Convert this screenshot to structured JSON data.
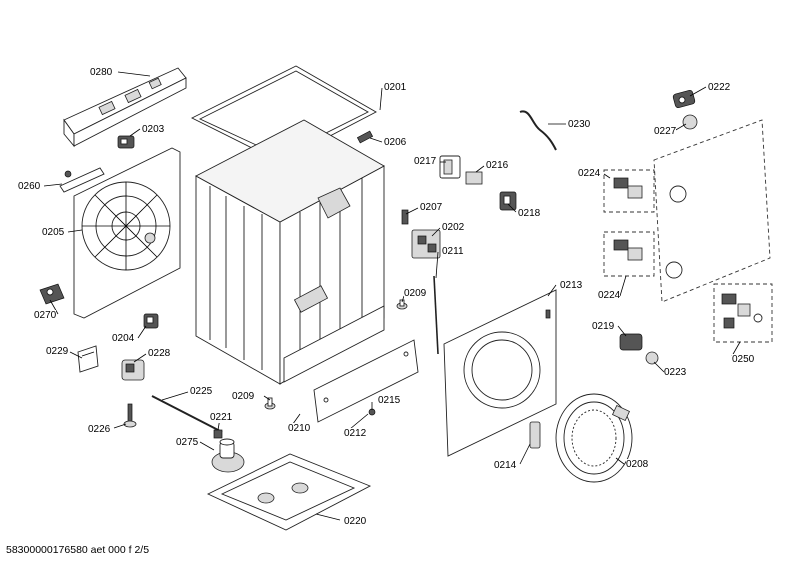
{
  "labels": {
    "p0280": "0280",
    "p0201": "0201",
    "p0203": "0203",
    "p0206": "0206",
    "p0217": "0217",
    "p0216": "0216",
    "p0230": "0230",
    "p0222": "0222",
    "p0227": "0227",
    "p0224a": "0224",
    "p0260": "0260",
    "p0218": "0218",
    "p0207": "0207",
    "p0205": "0205",
    "p0202": "0202",
    "p0211": "0211",
    "p0224b": "0224",
    "p0209a": "0209",
    "p0213": "0213",
    "p0270": "0270",
    "p0204": "0204",
    "p0219": "0219",
    "p0250": "0250",
    "p0229": "0229",
    "p0228": "0228",
    "p0223": "0223",
    "p0225": "0225",
    "p0209b": "0209",
    "p0215": "0215",
    "p0221": "0221",
    "p0210": "0210",
    "p0212": "0212",
    "p0226": "0226",
    "p0275": "0275",
    "p0214": "0214",
    "p0208": "0208",
    "p0220": "0220"
  },
  "footer": "58300000176580 aet 000 f 2/5"
}
